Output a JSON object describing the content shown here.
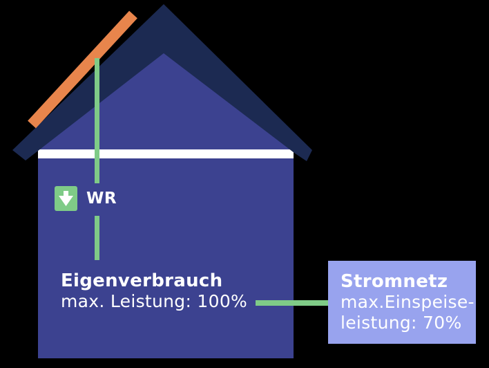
{
  "colors": {
    "background": "#000000",
    "roof_navy": "#1C2A52",
    "house_purple": "#3C4290",
    "ridge_white": "#FFFFFF",
    "panel_orange": "#E8854C",
    "line_green": "#7FCB87",
    "box_periwinkle": "#98A3EE",
    "text_white": "#FFFFFF"
  },
  "inverter": {
    "label": "WR",
    "icon": "down-arrow"
  },
  "self_consumption": {
    "title": "Eigenverbrauch",
    "detail": "max. Leistung: 100%"
  },
  "grid": {
    "title": "Stromnetz",
    "detail_line1": "max.Einspeise-",
    "detail_line2": "leistung: 70%"
  }
}
